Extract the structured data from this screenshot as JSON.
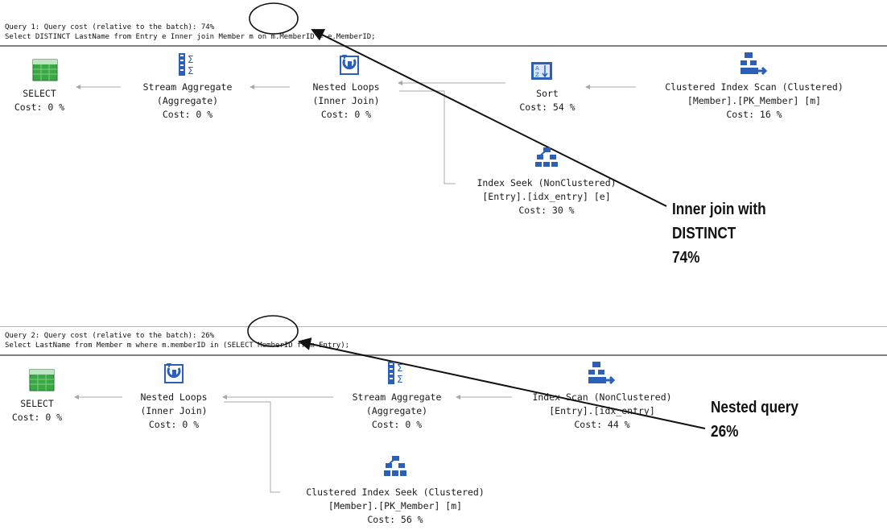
{
  "plan1": {
    "header_line1": "Query 1: Query cost (relative to the batch): 74%",
    "header_line2": "Select DISTINCT LastName from Entry e Inner join Member m on m.MemberID = e.MemberID;",
    "nodes": {
      "select": {
        "line1": "SELECT",
        "line2": "Cost: 0 %",
        "icon": "select-result-icon"
      },
      "stream_aggregate": {
        "line1": "Stream Aggregate",
        "line2": "(Aggregate)",
        "line3": "Cost: 0 %",
        "icon": "stream-aggregate-icon"
      },
      "nested_loops": {
        "line1": "Nested Loops",
        "line2": "(Inner Join)",
        "line3": "Cost: 0 %",
        "icon": "nested-loops-icon"
      },
      "sort": {
        "line1": "Sort",
        "line2": "Cost: 54 %",
        "icon": "sort-icon"
      },
      "clustered_index_scan": {
        "line1": "Clustered Index Scan (Clustered)",
        "line2": "[Member].[PK_Member] [m]",
        "line3": "Cost: 16 %",
        "icon": "clustered-index-scan-icon"
      },
      "index_seek": {
        "line1": "Index Seek (NonClustered)",
        "line2": "[Entry].[idx_entry] [e]",
        "line3": "Cost: 30 %",
        "icon": "index-seek-icon"
      }
    }
  },
  "plan2": {
    "header_line1": "Query 2: Query cost (relative to the batch): 26%",
    "header_line2": "Select LastName from Member m where m.memberID in (SELECT MemberID from Entry);",
    "nodes": {
      "select": {
        "line1": "SELECT",
        "line2": "Cost: 0 %",
        "icon": "select-result-icon"
      },
      "nested_loops": {
        "line1": "Nested Loops",
        "line2": "(Inner Join)",
        "line3": "Cost: 0 %",
        "icon": "nested-loops-icon"
      },
      "stream_aggregate": {
        "line1": "Stream Aggregate",
        "line2": "(Aggregate)",
        "line3": "Cost: 0 %",
        "icon": "stream-aggregate-icon"
      },
      "index_scan": {
        "line1": "Index Scan (NonClustered)",
        "line2": "[Entry].[idx_entry]",
        "line3": "Cost: 44 %",
        "icon": "index-scan-icon"
      },
      "clustered_index_seek": {
        "line1": "Clustered Index Seek (Clustered)",
        "line2": "[Member].[PK_Member] [m]",
        "line3": "Cost: 56 %",
        "icon": "clustered-index-seek-icon"
      }
    }
  },
  "annotations": {
    "callout1": {
      "line1": "Inner join with",
      "line2": "DISTINCT",
      "line3": "74%"
    },
    "callout2": {
      "line1": "Nested query",
      "line2": "26%"
    }
  },
  "colors": {
    "arrow": "#111111",
    "icon_blue": "#2b5fb8",
    "icon_green": "#2f9a3a",
    "divider": "#7d7d7d"
  }
}
